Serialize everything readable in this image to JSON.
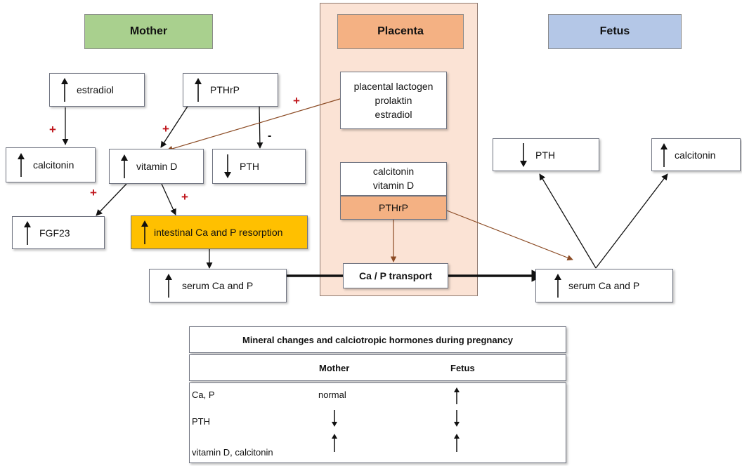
{
  "headers": {
    "mother": "Mother",
    "placenta": "Placenta",
    "fetus": "Fetus"
  },
  "colors": {
    "mother_header": "#a9d08e",
    "placenta_header": "#f4b183",
    "placenta_background": "#fbe3d5",
    "fetus_header": "#b4c7e7",
    "highlight_box": "#ffc000",
    "positive_sign": "#c0161c",
    "brown_arrow": "#8b4a23"
  },
  "mother": {
    "estradiol": "estradiol",
    "pthrp": "PTHrP",
    "calcitonin": "calcitonin",
    "vitamin_d": "vitamin D",
    "pth": "PTH",
    "fgf23": "FGF23",
    "intestinal": "intestinal Ca and P resorption",
    "serum": "serum Ca and P"
  },
  "placenta": {
    "hormones_line1": "placental lactogen",
    "hormones_line2": "prolaktin",
    "hormones_line3": "estradiol",
    "calcitonin": "calcitonin",
    "vitamin_d": "vitamin D",
    "pthrp": "PTHrP",
    "transport": "Ca / P transport"
  },
  "fetus": {
    "pth": "PTH",
    "calcitonin": "calcitonin",
    "serum": "serum Ca and P"
  },
  "signs": {
    "plus": "+",
    "minus": "-"
  },
  "table": {
    "title": "Mineral changes and calciotropic hormones during pregnancy",
    "col_mother": "Mother",
    "col_fetus": "Fetus",
    "rows": [
      {
        "label": "Ca, P",
        "mother": "normal",
        "fetus": "up"
      },
      {
        "label": "PTH",
        "mother": "down",
        "fetus": "down"
      },
      {
        "label": "vitamin D, calcitonin",
        "mother": "up",
        "fetus": "up"
      }
    ]
  }
}
